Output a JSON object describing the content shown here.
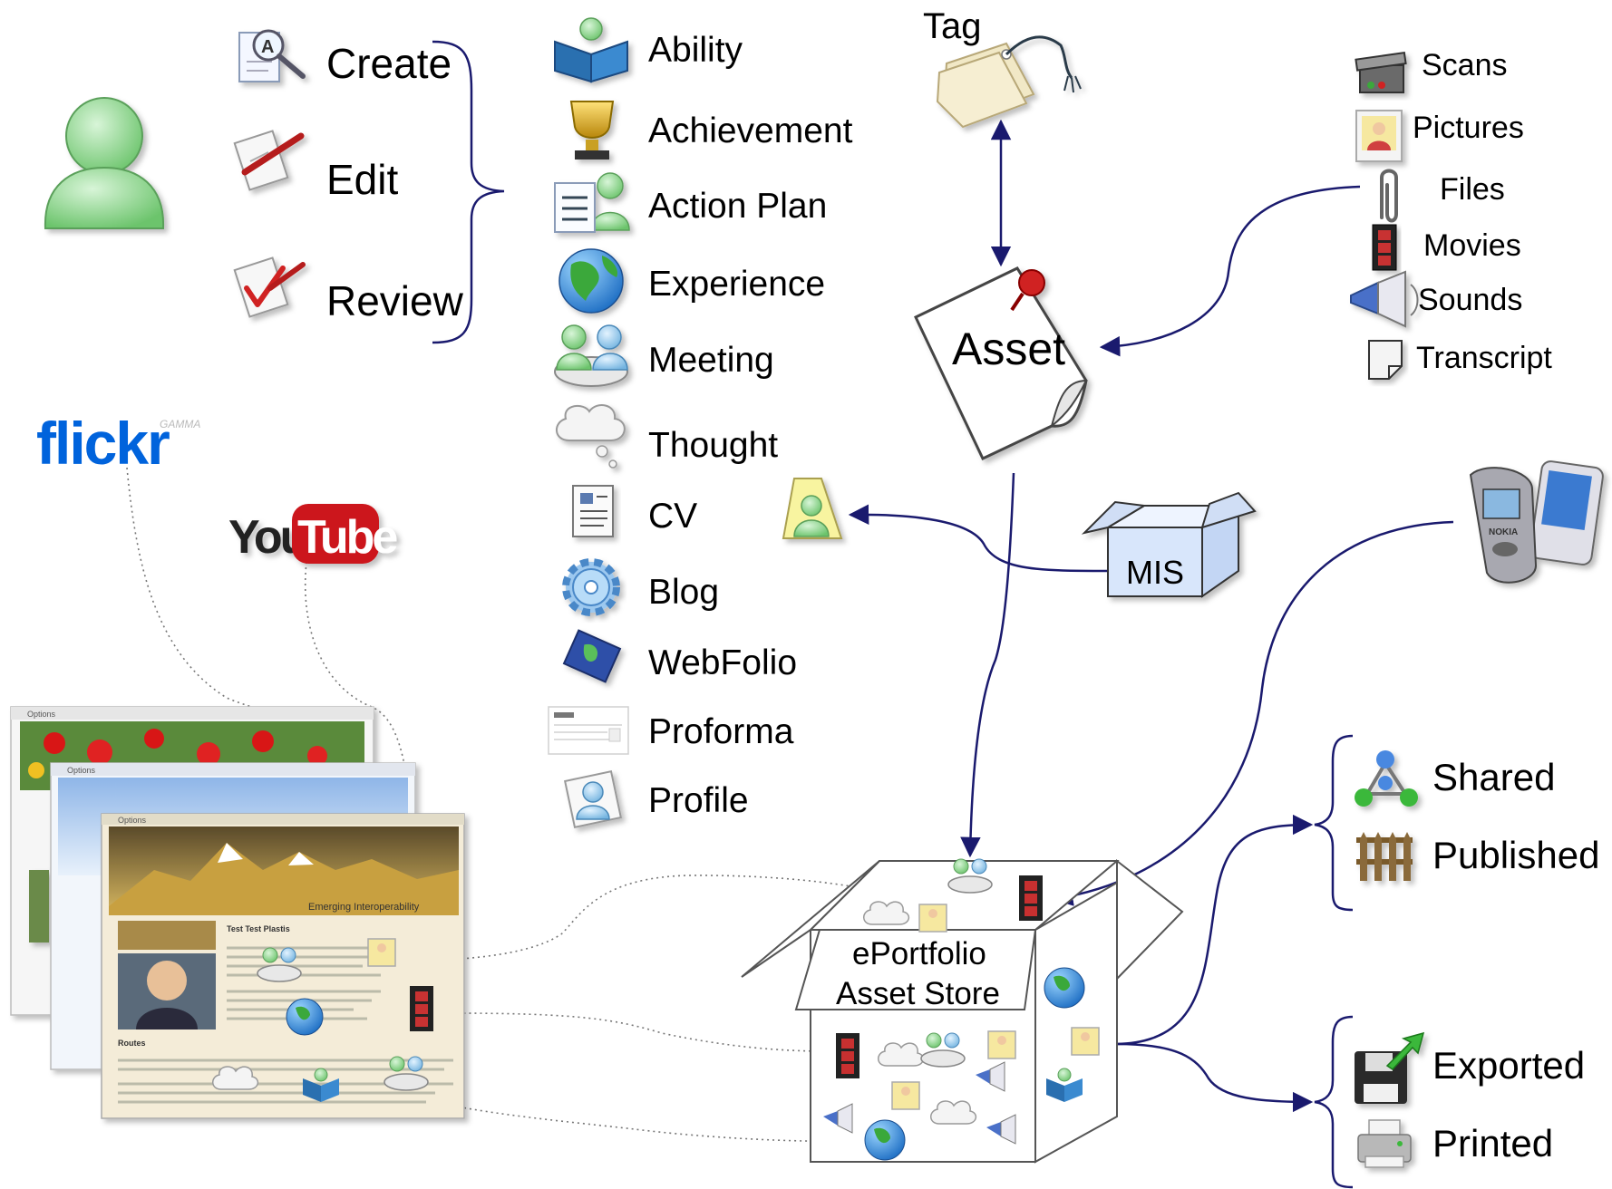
{
  "actions": {
    "create": "Create",
    "edit": "Edit",
    "review": "Review"
  },
  "asset_types": [
    "Ability",
    "Achievement",
    "Action Plan",
    "Experience",
    "Meeting",
    "Thought",
    "CV",
    "Blog",
    "WebFolio",
    "Proforma",
    "Profile"
  ],
  "tag": {
    "label": "Tag"
  },
  "asset": {
    "label": "Asset"
  },
  "sources": [
    "Scans",
    "Pictures",
    "Files",
    "Movies",
    "Sounds",
    "Transcript"
  ],
  "mis": {
    "label": "MIS"
  },
  "store": {
    "line1": "ePortfolio",
    "line2": "Asset Store"
  },
  "outputs_shared": [
    "Shared",
    "Published"
  ],
  "outputs_exported": [
    "Exported",
    "Printed"
  ],
  "logos": {
    "flickr": "flickr",
    "flickr_badge": "GAMMA",
    "youtube_you": "You",
    "youtube_tube": "Tube"
  },
  "webfolio_preview": {
    "tab": "Options",
    "banner": "Emerging Interoperability",
    "heading": "Test Test Plastis",
    "section": "Routes"
  },
  "colors": {
    "arrow": "#1a1a6e",
    "user": "#8fd88f",
    "flickr_blue": "#0063dc",
    "flickr_pink": "#ff0084",
    "youtube_red": "#cc181e"
  }
}
